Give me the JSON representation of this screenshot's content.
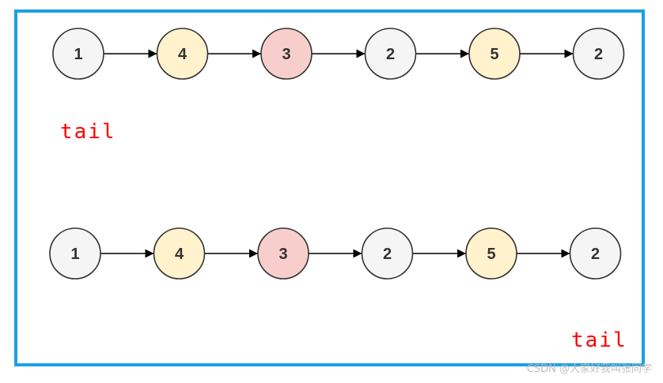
{
  "rows": [
    {
      "nodes": [
        {
          "label": "1",
          "fill": "#f5f5f5"
        },
        {
          "label": "4",
          "fill": "#fff2cc"
        },
        {
          "label": "3",
          "fill": "#f8cecc"
        },
        {
          "label": "2",
          "fill": "#f5f5f5"
        },
        {
          "label": "5",
          "fill": "#fff2cc"
        },
        {
          "label": "2",
          "fill": "#f5f5f5"
        }
      ]
    },
    {
      "nodes": [
        {
          "label": "1",
          "fill": "#f5f5f5"
        },
        {
          "label": "4",
          "fill": "#fff2cc"
        },
        {
          "label": "3",
          "fill": "#f8cecc"
        },
        {
          "label": "2",
          "fill": "#f5f5f5"
        },
        {
          "label": "5",
          "fill": "#fff2cc"
        },
        {
          "label": "2",
          "fill": "#f5f5f5"
        }
      ]
    }
  ],
  "pointers": {
    "top_label": "tail",
    "bottom_label": "tail"
  },
  "colors": {
    "frame": "#1aa1e3",
    "pointer_text": "#ff0000",
    "stroke": "#333333"
  },
  "watermark": "CSDN @大家好我叫张同学"
}
